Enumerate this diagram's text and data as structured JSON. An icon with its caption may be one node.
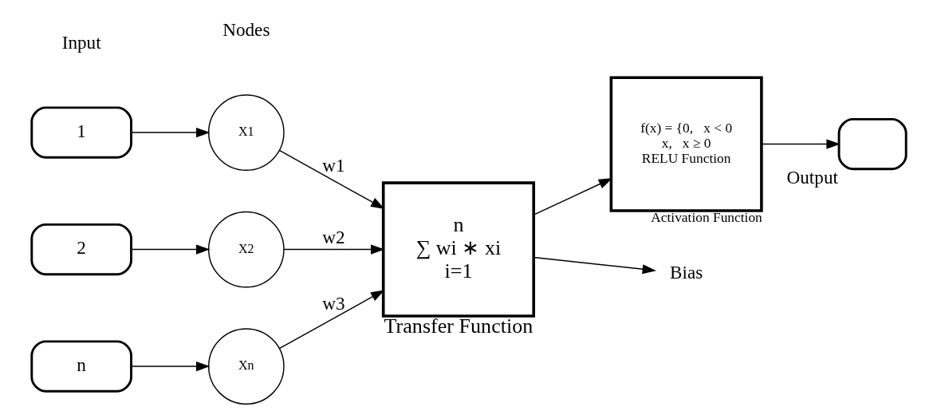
{
  "diagram": {
    "nodes": [
      {
        "text": [
          "1"
        ]
      },
      {
        "text": [
          "2"
        ]
      },
      {
        "text": [
          "n"
        ]
      },
      {
        "text": [
          "X1"
        ]
      },
      {
        "text": [
          "X2"
        ]
      },
      {
        "text": [
          "Xn"
        ]
      },
      {
        "text": [
          "n",
          "∑ wi ∗ xi",
          "i=1"
        ],
        "beside": [
          "Transfer Function"
        ]
      },
      {
        "text": [
          "f(x) = {0,   x < 0",
          "x,   x ≥ 0",
          "RELU Function"
        ],
        "beside": [
          "Activation Function"
        ]
      },
      {
        "text": [],
        "shape": "box",
        "beside": [
          "Output"
        ]
      },
      {
        "text": [
          "Bias"
        ]
      }
    ],
    "edges": [
      {
        "from": 0,
        "to": 3,
        "arrow": "to"
      },
      {
        "from": 1,
        "to": 4,
        "arrow": "to"
      },
      {
        "from": 2,
        "to": 5,
        "arrow": "to"
      },
      {
        "from": 3,
        "to": 6,
        "arrow": "to",
        "label": "w1"
      },
      {
        "from": 4,
        "to": 6,
        "arrow": "to",
        "label": "w2"
      },
      {
        "from": 5,
        "to": 6,
        "arrow": "to",
        "label": "w3"
      },
      {
        "from": 6,
        "to": 9,
        "arrow": "to"
      },
      {
        "from": 6,
        "to": 7,
        "arrow": "to"
      },
      {
        "from": 7,
        "to": 8,
        "arrow": "to"
      }
    ],
    "labels": [
      "Input",
      "Nodes"
    ]
  }
}
